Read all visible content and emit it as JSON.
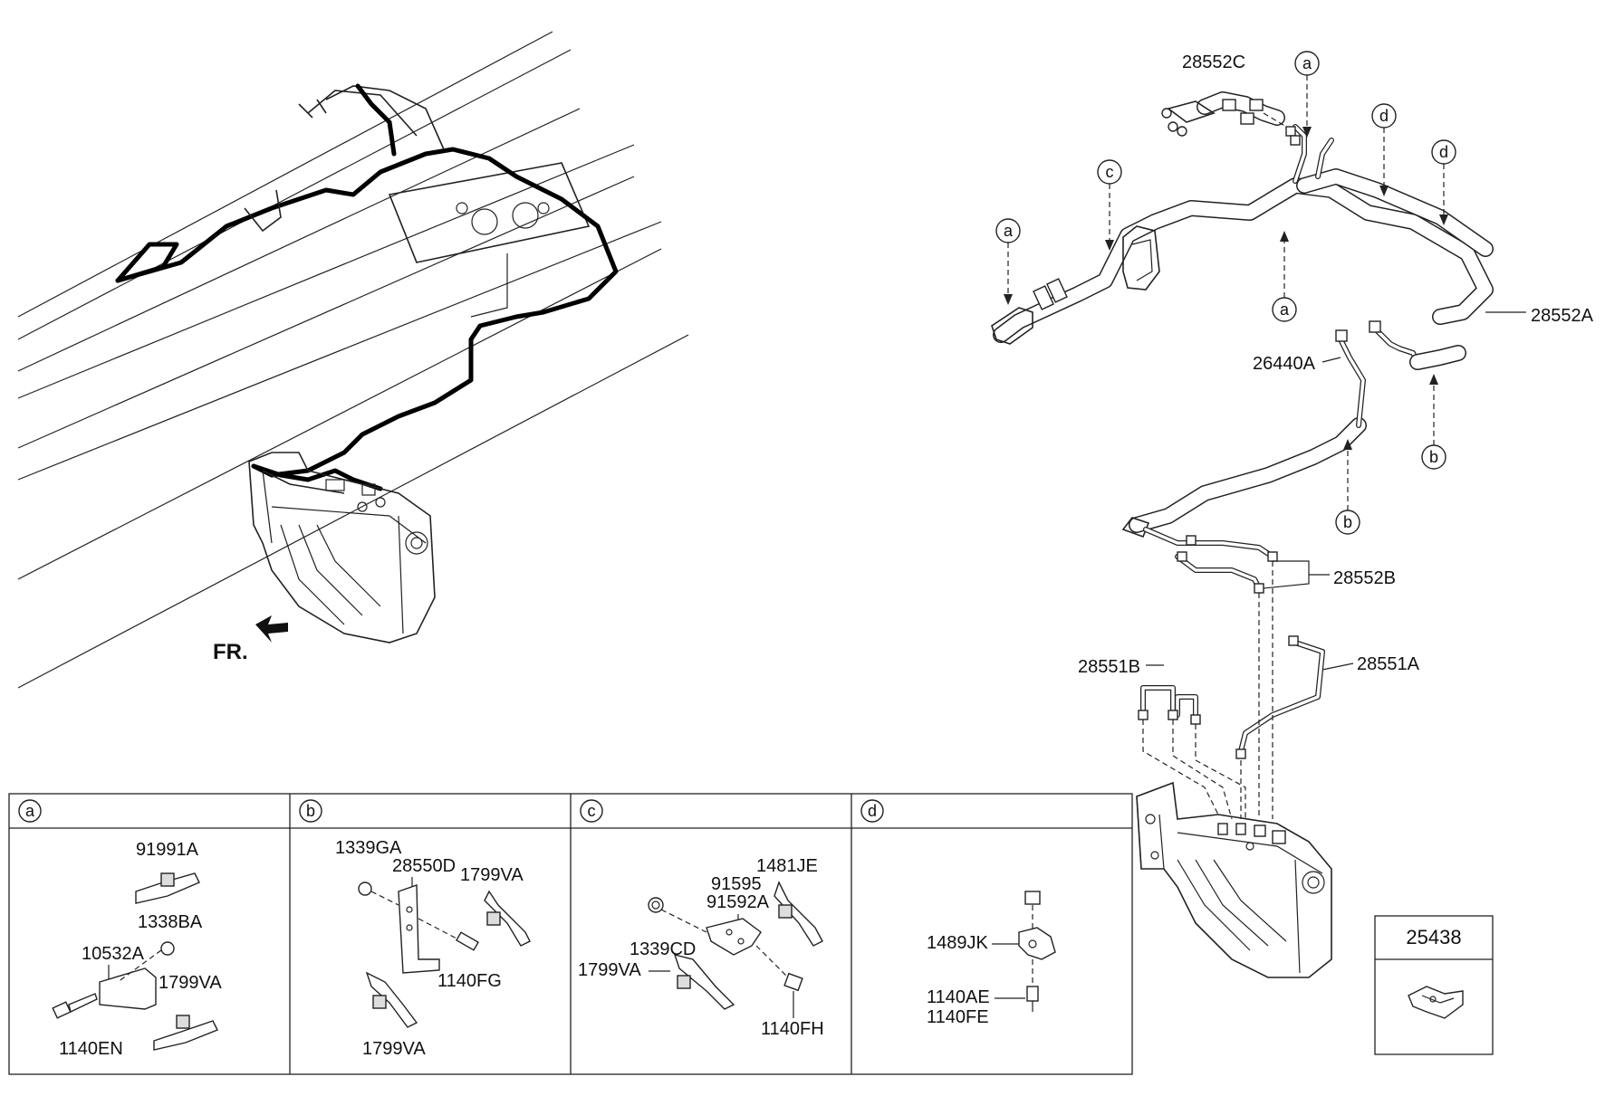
{
  "diagram": {
    "front_indicator": "FR.",
    "callouts": {
      "a": "a",
      "b": "b",
      "c": "c",
      "d": "d"
    },
    "part_labels": {
      "p28552C": "28552C",
      "p28552A": "28552A",
      "p26440A": "26440A",
      "p28552B": "28552B",
      "p28551A": "28551A",
      "p28551B": "28551B"
    },
    "detail_panels": [
      {
        "letter": "a",
        "parts": [
          "91991A",
          "1338BA",
          "10532A",
          "1799VA",
          "1140EN"
        ]
      },
      {
        "letter": "b",
        "parts": [
          "1339GA",
          "28550D",
          "1799VA",
          "1140FG",
          "1799VA"
        ]
      },
      {
        "letter": "c",
        "parts": [
          "1481JE",
          "91595",
          "91592A",
          "1339CD",
          "1799VA",
          "1140FH"
        ]
      },
      {
        "letter": "d",
        "parts": [
          "1489JK",
          "1140AE",
          "1140FE"
        ]
      }
    ],
    "standalone_part": "25438"
  }
}
